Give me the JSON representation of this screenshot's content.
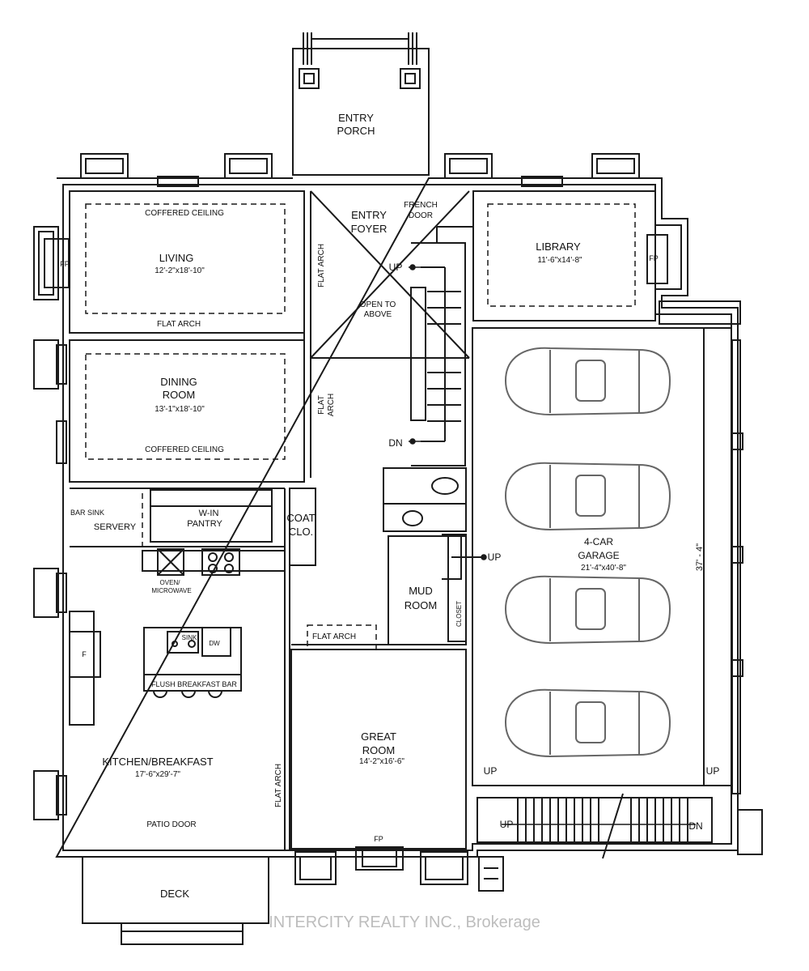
{
  "rooms": {
    "entry_porch": [
      "ENTRY",
      "PORCH"
    ],
    "entry_foyer": [
      "ENTRY",
      "FOYER"
    ],
    "french_door": [
      "FRENCH",
      "DOOR"
    ],
    "living": {
      "name": "LIVING",
      "size": "12'-2\"x18'-10\""
    },
    "living_ceiling": "COFFERED CEILING",
    "living_flat_arch": "FLAT ARCH",
    "dining": {
      "name": [
        "DINING",
        "ROOM"
      ],
      "size": "13'-1\"x18'-10\""
    },
    "dining_ceiling": "COFFERED CEILING",
    "library": {
      "name": "LIBRARY",
      "size": "11'-6\"x14'-8\""
    },
    "fp": "FP",
    "up": "UP",
    "dn": "DN",
    "open_to_above": [
      "OPEN TO",
      "ABOVE"
    ],
    "flat_arch": "FLAT ARCH",
    "flat_arch_stacked": [
      "FLAT",
      "ARCH"
    ],
    "bar_sink": "BAR SINK",
    "servery": "SERVERY",
    "pantry": [
      "W-IN",
      "PANTRY"
    ],
    "coat": [
      "COAT",
      "CLO."
    ],
    "oven": [
      "OVEN/",
      "MICROWAVE"
    ],
    "sink": "SINK",
    "dw": "DW",
    "f": "F",
    "flush_bar": "FLUSH BREAKFAST BAR",
    "kitchen": {
      "name": "KITCHEN/BREAKFAST",
      "size": "17'-6\"x29'-7\""
    },
    "patio_door": "PATIO DOOR",
    "deck": "DECK",
    "great_room": {
      "name": [
        "GREAT",
        "ROOM"
      ],
      "size": "14'-2\"x16'-6\""
    },
    "mud_room": [
      "MUD",
      "ROOM"
    ],
    "closet": "CLOSET",
    "garage": {
      "name": [
        "4-CAR",
        "GARAGE"
      ],
      "size": "21'-4\"x40'-8\""
    },
    "garage_dim": "37' - 4\""
  },
  "watermark": "INTERCITY REALTY INC., Brokerage",
  "colors": {
    "line": "#1a1a1a",
    "car": "#666666",
    "watermark": "#bdbdbd"
  }
}
